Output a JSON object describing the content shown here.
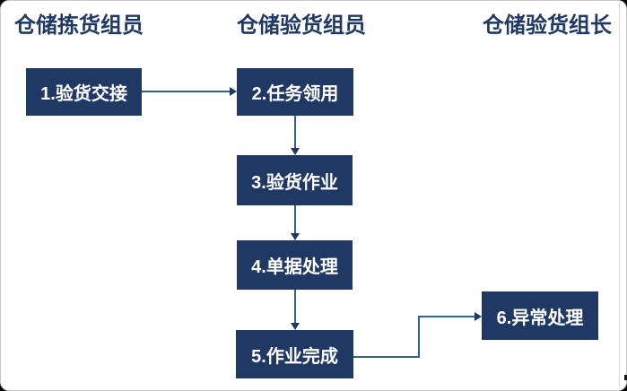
{
  "diagram": {
    "lanes": [
      {
        "label": "仓储拣货组员"
      },
      {
        "label": "仓储验货组员"
      },
      {
        "label": "仓储验货组长"
      }
    ],
    "steps": [
      {
        "label": "1.验货交接"
      },
      {
        "label": "2.任务领用"
      },
      {
        "label": "3.验货作业"
      },
      {
        "label": "4.单据处理"
      },
      {
        "label": "5.作业完成"
      },
      {
        "label": "6.异常处理"
      }
    ],
    "connections": [
      {
        "from": "1.验货交接",
        "to": "2.任务领用"
      },
      {
        "from": "2.任务领用",
        "to": "3.验货作业"
      },
      {
        "from": "3.验货作业",
        "to": "4.单据处理"
      },
      {
        "from": "4.单据处理",
        "to": "5.作业完成"
      },
      {
        "from": "5.作业完成",
        "to": "6.异常处理"
      }
    ],
    "colors": {
      "node_fill": "#1f3864",
      "node_text": "#ffffff",
      "lane_header_text": "#1f3864",
      "connector_line": "#35608d",
      "arrowhead": "#1f3864",
      "canvas_bg": "#ffffff",
      "canvas_border": "#c9c9c9",
      "outer_bg": "#000000"
    }
  }
}
